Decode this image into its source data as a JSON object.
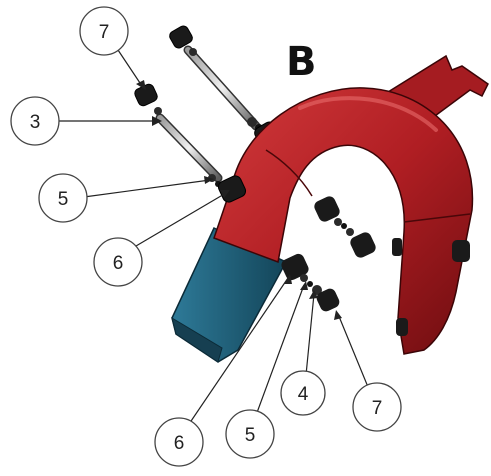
{
  "diagram": {
    "title": "B",
    "callouts": [
      {
        "id": "c7-top",
        "label": "7"
      },
      {
        "id": "c3",
        "label": "3"
      },
      {
        "id": "c5-left",
        "label": "5"
      },
      {
        "id": "c6-left",
        "label": "6"
      },
      {
        "id": "c6-bottom",
        "label": "6"
      },
      {
        "id": "c5-bottom",
        "label": "5"
      },
      {
        "id": "c4",
        "label": "4"
      },
      {
        "id": "c7-bottom",
        "label": "7"
      }
    ],
    "colors": {
      "pipe": "#b01e23",
      "pipe_dark": "#6e0d10",
      "sleeve": "#1f5f7a",
      "hardware": "#1a1a1a"
    }
  }
}
